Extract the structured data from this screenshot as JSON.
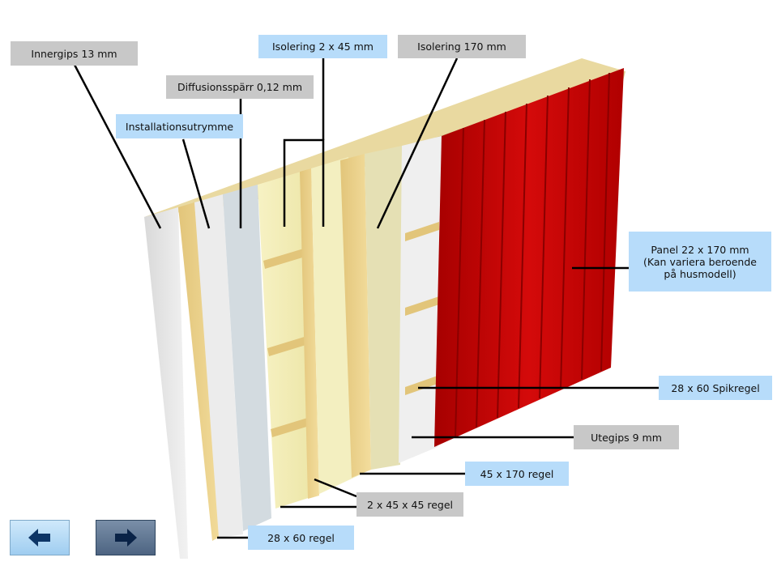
{
  "labels": {
    "innergips": "Innergips 13 mm",
    "diffusion": "Diffusionsspärr 0,12 mm",
    "installation": "Installationsutrymme",
    "isolering2x45": "Isolering 2 x 45 mm",
    "isolering170": "Isolering 170 mm",
    "panel_line1": "Panel 22 x 170 mm",
    "panel_line2": "(Kan variera beroende",
    "panel_line3": "på husmodell)",
    "spikregel": "28 x 60 Spikregel",
    "utegips": "Utegips 9 mm",
    "regel45x170": "45 x 170 regel",
    "regel2x45x45": "2 x 45 x 45 regel",
    "regel28x60": "28 x 60 regel"
  },
  "navigation": {
    "back_icon": "arrow-left-icon",
    "forward_icon": "arrow-right-icon"
  },
  "colors": {
    "panel": "#c80404",
    "wood": "#e8cf8a",
    "insulation": "#f1ecb8",
    "gypsum": "#e6e6e6",
    "label_gray": "#c8c8c8",
    "label_blue": "#b7dcfa"
  }
}
